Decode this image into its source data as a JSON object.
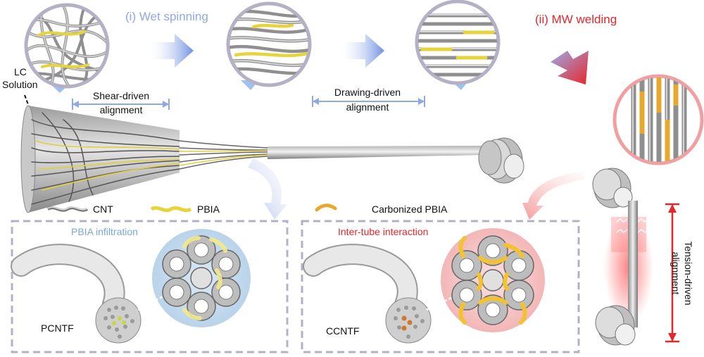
{
  "stages": {
    "wet_spinning": "(i) Wet spinning",
    "mw_welding": "(ii) MW welding"
  },
  "labels": {
    "lc_solution_line1": "LC",
    "lc_solution_line2": "Solution",
    "shear_line1": "Shear-driven",
    "shear_line2": "alignment",
    "drawing_line1": "Drawing-driven",
    "drawing_line2": "alignment",
    "tension_line1": "Tension-driven",
    "tension_line2": "alignment"
  },
  "legend": {
    "cnt": "CNT",
    "pbia": "PBIA",
    "carbonized_pbia": "Carbonized PBIA"
  },
  "panels": {
    "left_title": "PBIA infiltration",
    "left_fiber": "PCNTF",
    "right_title": "Inter-tube interaction",
    "right_fiber": "CCNTF"
  },
  "colors": {
    "blue_accent": "#8fa8e6",
    "red_accent": "#e8262a",
    "pbia_yellow": "#f2e35c",
    "carbonized_orange": "#e6a82e",
    "cnt_gray": "#9a9a9a"
  }
}
